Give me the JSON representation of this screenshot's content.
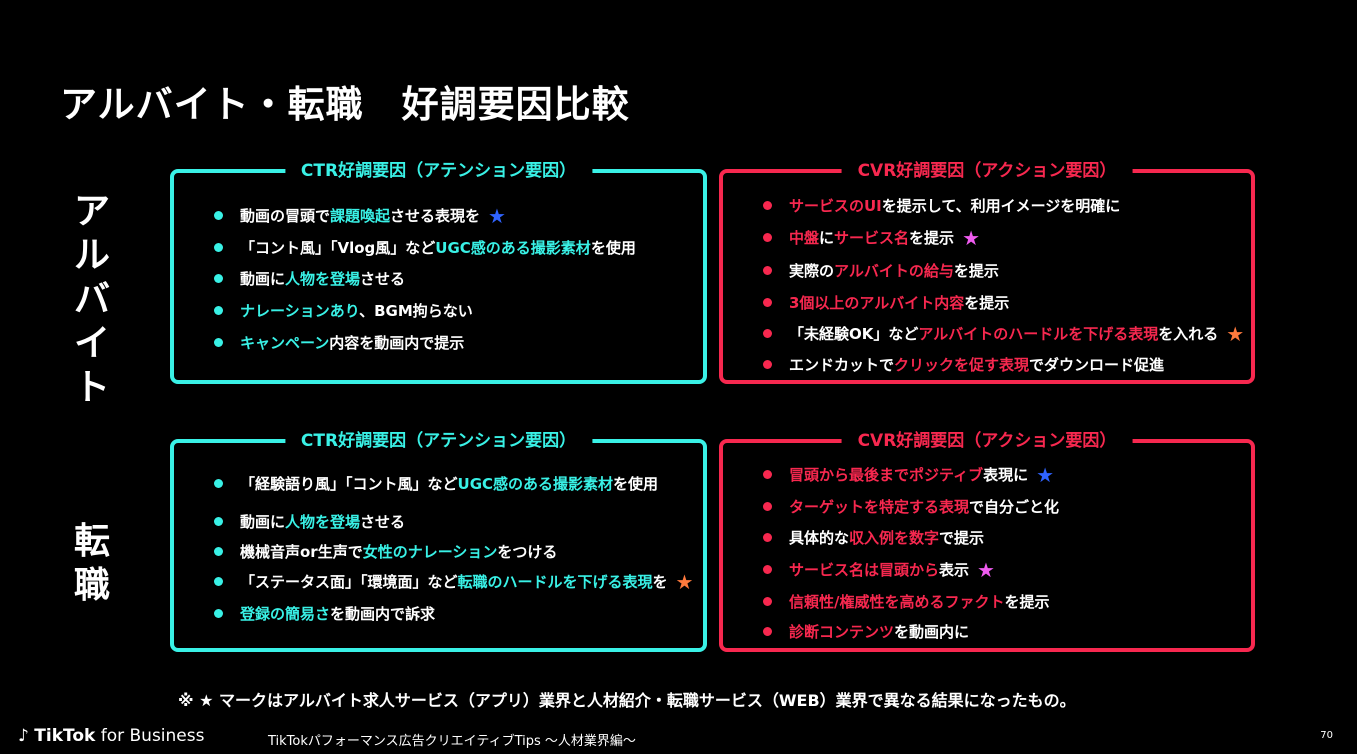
{
  "title": "アルバイト・転職　好調要因比較",
  "colors": {
    "ctr": "#39f1e6",
    "cvr": "#f7284f",
    "blue_star": "#2f63ff",
    "pink_star": "#f05cf0",
    "orange_star": "#ff7a3d"
  },
  "sections": [
    {
      "label": "アルバイト",
      "ctr": {
        "title": "CTR好調要因（アテンション要因）",
        "items": [
          {
            "parts": [
              {
                "t": "動画の冒頭で"
              },
              {
                "t": "課題喚起",
                "h": 1
              },
              {
                "t": "させる表現を"
              }
            ],
            "star": "blue"
          },
          {
            "parts": [
              {
                "t": "「コント風」「Vlog風」など"
              },
              {
                "t": "UGC感のある撮影素材",
                "h": 1
              },
              {
                "t": "を使用"
              }
            ]
          },
          {
            "parts": [
              {
                "t": " 動画に"
              },
              {
                "t": "人物を登場",
                "h": 1
              },
              {
                "t": "させる"
              }
            ]
          },
          {
            "parts": [
              {
                "t": "ナレーションあり",
                "h": 1
              },
              {
                "t": "、BGM拘らない"
              }
            ]
          },
          {
            "parts": [
              {
                "t": "キャンペーン",
                "h": 1
              },
              {
                "t": "内容を動画内で提示"
              }
            ]
          }
        ]
      },
      "cvr": {
        "title": "CVR好調要因（アクション要因）",
        "items": [
          {
            "parts": [
              {
                "t": "サービスのUI",
                "h": 1
              },
              {
                "t": "を提示して、利用イメージを明確に"
              }
            ]
          },
          {
            "parts": [
              {
                "t": "中盤",
                "h": 1
              },
              {
                "t": "に"
              },
              {
                "t": "サービス名",
                "h": 1
              },
              {
                "t": "を提示"
              }
            ],
            "star": "pink"
          },
          {
            "parts": [
              {
                "t": "実際の"
              },
              {
                "t": "アルバイトの給与",
                "h": 1
              },
              {
                "t": "を提示"
              }
            ]
          },
          {
            "parts": [
              {
                "t": "3個以上のアルバイト内容",
                "h": 1
              },
              {
                "t": "を提示"
              }
            ]
          },
          {
            "parts": [
              {
                "t": "「未経験OK」など"
              },
              {
                "t": "アルバイトのハードルを下げる表現",
                "h": 1
              },
              {
                "t": "を入れる"
              }
            ],
            "star": "orange"
          },
          {
            "parts": [
              {
                "t": "エンドカットで"
              },
              {
                "t": "クリックを促す表現",
                "h": 1
              },
              {
                "t": "でダウンロード促進"
              }
            ]
          }
        ]
      }
    },
    {
      "label": "転職",
      "ctr": {
        "title": "CTR好調要因（アテンション要因）",
        "items": [
          {
            "parts": [
              {
                "t": "「経験語り風」「コント風」など"
              },
              {
                "t": "UGC感のある撮影素材",
                "h": 1
              },
              {
                "t": "を使用"
              }
            ]
          },
          {
            "parts": [
              {
                "t": "動画に"
              },
              {
                "t": "人物を登場",
                "h": 1
              },
              {
                "t": "させる"
              }
            ]
          },
          {
            "parts": [
              {
                "t": "機械音声or生声で"
              },
              {
                "t": "女性のナレーション",
                "h": 1
              },
              {
                "t": "をつける"
              }
            ]
          },
          {
            "parts": [
              {
                "t": "「ステータス面」「環境面」など"
              },
              {
                "t": "転職のハードルを下げる表現",
                "h": 1
              },
              {
                "t": "を"
              }
            ],
            "star": "orange"
          },
          {
            "parts": [
              {
                "t": "登録の簡易さ",
                "h": 1
              },
              {
                "t": "を動画内で訴求"
              }
            ]
          }
        ]
      },
      "cvr": {
        "title": "CVR好調要因（アクション要因）",
        "items": [
          {
            "parts": [
              {
                "t": "冒頭から最後までポジティブ",
                "h": 1
              },
              {
                "t": "表現に"
              }
            ],
            "star": "blue"
          },
          {
            "parts": [
              {
                "t": "ターゲットを特定する表現",
                "h": 1
              },
              {
                "t": "で自分ごと化"
              }
            ]
          },
          {
            "parts": [
              {
                "t": "具体的な"
              },
              {
                "t": "収入例を数字",
                "h": 1
              },
              {
                "t": "で提示"
              }
            ]
          },
          {
            "parts": [
              {
                "t": "サービス名は冒頭から",
                "h": 1
              },
              {
                "t": "表示"
              }
            ],
            "star": "pink"
          },
          {
            "parts": [
              {
                "t": "信頼性/権威性を高めるファクト",
                "h": 1
              },
              {
                "t": "を提示"
              }
            ]
          },
          {
            "parts": [
              {
                "t": " "
              },
              {
                "t": "診断コンテンツ",
                "h": 1
              },
              {
                "t": "を動画内に"
              }
            ]
          }
        ]
      }
    }
  ],
  "note": "※ ★ マークはアルバイト求人サービス（アプリ）業界と人材紹介・転職サービス（WEB）業界で異なる結果になったもの。",
  "footer": {
    "logo_tiktok": "TikTok",
    "logo_suffix": " for Business",
    "text": "TikTokパフォーマンス広告クリエイティブTips ～人材業界編～",
    "page": "70"
  }
}
